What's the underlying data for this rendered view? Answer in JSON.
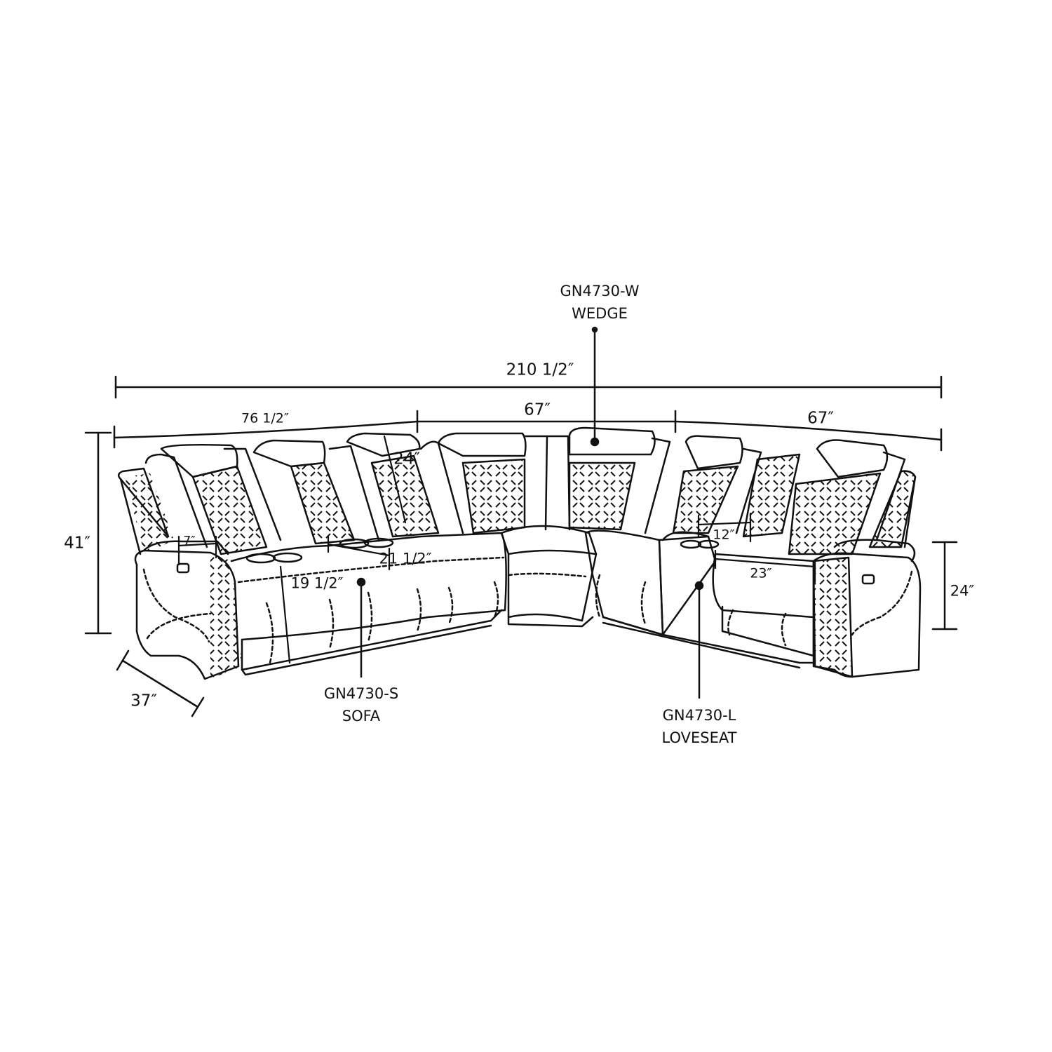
{
  "colors": {
    "line": "#111111",
    "background": "#ffffff"
  },
  "dimensions": {
    "overall_width": "210 1/2″",
    "sofa_width": "76 1/2″",
    "wedge_width": "67″",
    "loveseat_width": "67″",
    "height": "41″",
    "depth": "37″",
    "arm_height": "24″",
    "back_height": "24″",
    "arm_width": "7″",
    "console_width": "12″",
    "seat_width": "21 1/2″",
    "seat_depth": "19 1/2″",
    "loveseat_seat_width": "23″"
  },
  "components": {
    "wedge": {
      "model": "GN4730-W",
      "name": "WEDGE"
    },
    "sofa": {
      "model": "GN4730-S",
      "name": "SOFA"
    },
    "loveseat": {
      "model": "GN4730-L",
      "name": "LOVESEAT"
    }
  }
}
